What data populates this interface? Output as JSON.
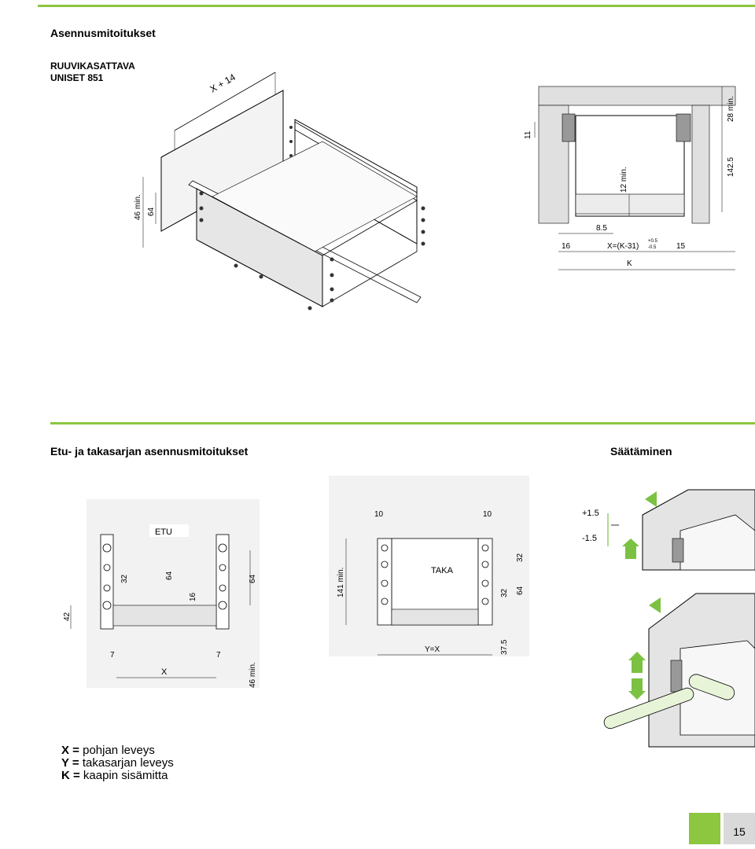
{
  "header": {
    "title": "Asennusmitoitukset",
    "subtitle_line1": "RUUVIKASATTAVA",
    "subtitle_line2": "UNISET 851"
  },
  "section2": {
    "title": "Etu- ja takasarjan asennusmitoitukset",
    "right_title": "Säätäminen"
  },
  "iso_drawing": {
    "dim_top": "X + 14",
    "dim_46": "46 min.",
    "dim_64": "64"
  },
  "cabinet_section": {
    "dim_28": "28 min.",
    "dim_11": "11",
    "dim_12": "12 min.",
    "dim_142": "142.5",
    "dim_85": "8.5",
    "dim_16": "16",
    "formula": "X=(K-31)",
    "tol_plus": "+0.5",
    "tol_minus": "-0.5",
    "dim_15": "15",
    "dim_k": "K"
  },
  "front_drawing": {
    "label": "ETU",
    "dim_32": "32",
    "dim_64a": "64",
    "dim_16": "16",
    "dim_64b": "64",
    "dim_42": "42",
    "dim_7a": "7",
    "dim_7b": "7",
    "dim_x": "X",
    "dim_46": "46 min."
  },
  "back_drawing": {
    "label": "TAKA",
    "dim_10a": "10",
    "dim_10b": "10",
    "dim_141": "141 min.",
    "dim_32a": "32",
    "dim_32b": "32",
    "dim_64": "64",
    "dim_37": "37.5",
    "dim_y": "Y=X"
  },
  "adjustment": {
    "plus": "+1.5",
    "minus": "-1.5"
  },
  "legend": {
    "line1_key": "X =",
    "line1_val": " pohjan leveys",
    "line2_key": "Y =",
    "line2_val": " takasarjan leveys",
    "line3_key": "K =",
    "line3_val": " kaapin sisämitta"
  },
  "page": {
    "number": "15"
  },
  "colors": {
    "accent_green": "#8dc63f",
    "arrow_green": "#7cc242",
    "page_grey": "#d9d9d9"
  }
}
